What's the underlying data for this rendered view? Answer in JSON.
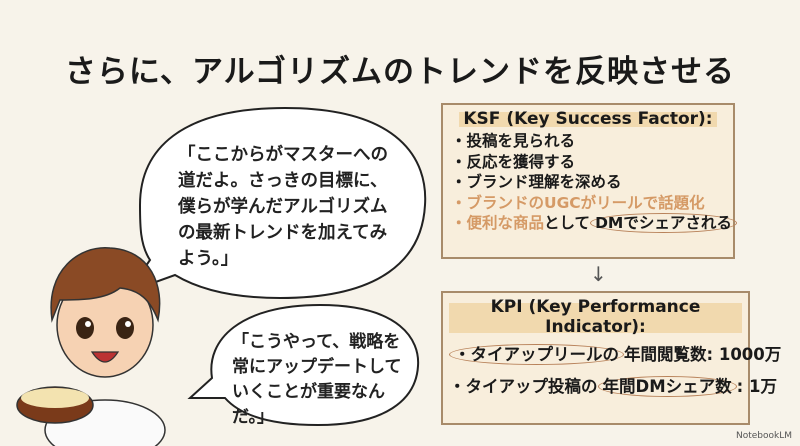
{
  "title": "さらに、アルゴリズムのトレンドを反映させる",
  "bubbles": [
    "「ここからがマスターへの道だよ。さっきの目標に、僕らが学んだアルゴリズムの最新トレンドを加えてみよう。」",
    "「こうやって、戦略を常にアップデートしていくことが重要なんだ。」"
  ],
  "ksf": {
    "title": "KSF (Key Success Factor):",
    "items": [
      "・投稿を見られる",
      "・反応を獲得する",
      "・ブランド理解を深める"
    ],
    "item4": "・ブランドのUGCがリールで話題化",
    "item5_orange": "・便利な商品",
    "item5_mid": "として",
    "item5_circled": "DMでシェアされる"
  },
  "arrow": "↓",
  "kpi": {
    "title": "KPI (Key Performance Indicator):",
    "item1_circled": "・タイアップリールの",
    "item1_rest": "年間閲覧数: 1000万",
    "item2_pre": "・タイアップ投稿の",
    "item2_circled": "年間DMシェア数",
    "item2_rest": ": 1万"
  },
  "watermark": "NotebookLM",
  "colors": {
    "background": "#f7f3ea",
    "box_fill": "#f8eedc",
    "box_border": "#a88b6a",
    "accent_orange": "#d59a66"
  }
}
